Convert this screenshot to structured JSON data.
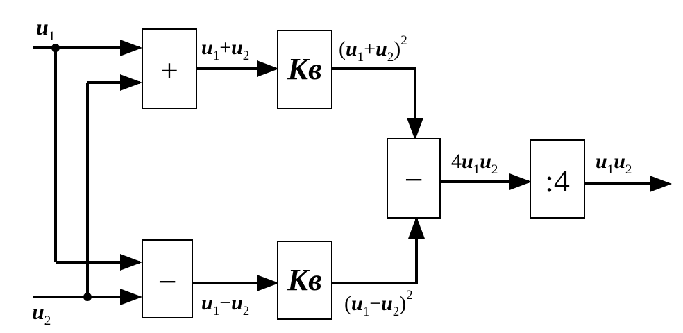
{
  "inputs": {
    "u1": {
      "base": "u",
      "index": "1"
    },
    "u2": {
      "base": "u",
      "index": "2"
    }
  },
  "blocks": {
    "adder": "+",
    "subtractor_in": "−",
    "square_top": "Кв",
    "square_bottom": "Кв",
    "subtractor_out": "−",
    "divider": ":4"
  },
  "signals": {
    "sum": {
      "a": "u",
      "a_index": "1",
      "op": "+",
      "b": "u",
      "b_index": "2"
    },
    "diff": {
      "a": "u",
      "a_index": "1",
      "op": "−",
      "b": "u",
      "b_index": "2"
    },
    "sum_squared": {
      "open": "(",
      "a": "u",
      "a_index": "1",
      "op": "+",
      "b": "u",
      "b_index": "2",
      "close": ")",
      "power": "2"
    },
    "diff_squared": {
      "open": "(",
      "a": "u",
      "a_index": "1",
      "op": "−",
      "b": "u",
      "b_index": "2",
      "close": ")",
      "power": "2"
    },
    "product4": {
      "coef": "4",
      "a": "u",
      "a_index": "1",
      "b": "u",
      "b_index": "2"
    },
    "output": {
      "a": "u",
      "a_index": "1",
      "b": "u",
      "b_index": "2"
    }
  }
}
